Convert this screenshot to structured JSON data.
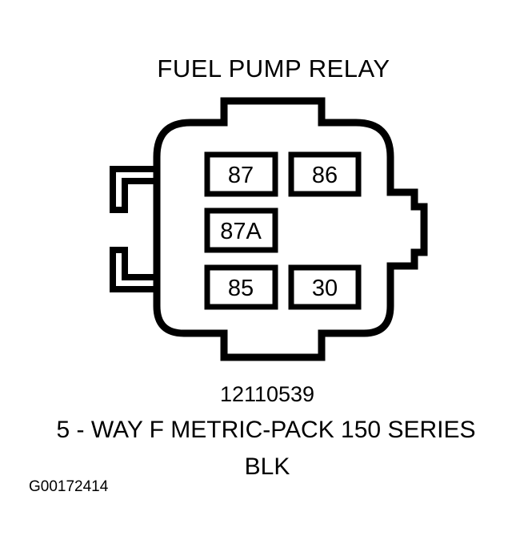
{
  "title": "FUEL PUMP RELAY",
  "connector": {
    "pins": [
      {
        "label": "87"
      },
      {
        "label": "86"
      },
      {
        "label": "87A"
      },
      {
        "label": "85"
      },
      {
        "label": "30"
      }
    ]
  },
  "part_number": "12110539",
  "description": "5 - WAY F METRIC-PACK 150 SERIES",
  "color": "BLK",
  "figure_id": "G00172414"
}
